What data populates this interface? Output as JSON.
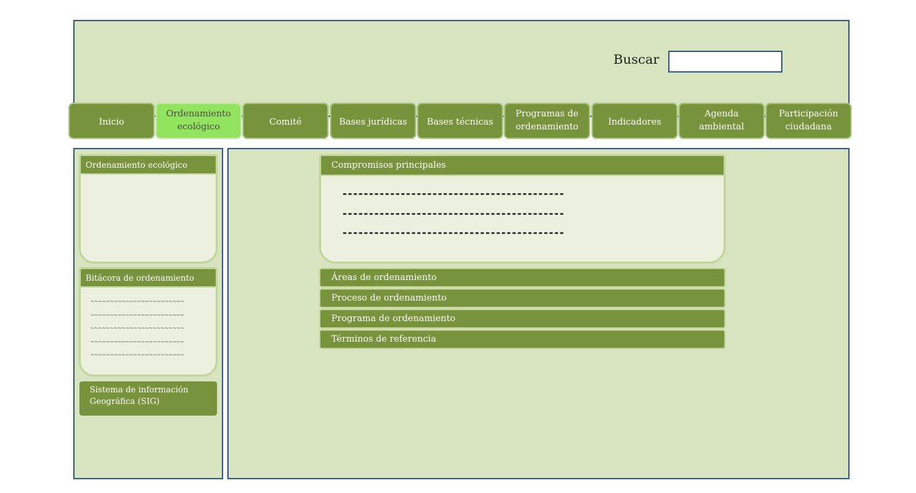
{
  "header": {
    "search_label": "Buscar",
    "search_value": ""
  },
  "nav": {
    "tabs": [
      {
        "label": "Inicio",
        "active": false
      },
      {
        "label": "Ordenamiento\necológico",
        "active": true
      },
      {
        "label": "Comité",
        "active": false
      },
      {
        "label": "Bases jurídicas",
        "active": false
      },
      {
        "label": "Bases técnicas",
        "active": false
      },
      {
        "label": "Programas de\nordenamiento",
        "active": false
      },
      {
        "label": "Indicadores",
        "active": false
      },
      {
        "label": "Agenda\nambiental",
        "active": false
      },
      {
        "label": "Participación\nciudadana",
        "active": false
      }
    ]
  },
  "sidebar": {
    "ordenamiento_title": "Ordenamiento ecológico",
    "bitacora_title": "Bitácora de ordenamiento",
    "bitacora_lines": [
      "~~~~~~~~~~~~~~~~~~~~~~~~",
      "~~~~~~~~~~~~~~~~~~~~~~~~",
      "~~~~~~~~~~~~~~~~~~~~~~~~",
      "~~~~~~~~~~~~~~~~~~~~~~~~",
      "~~~~~~~~~~~~~~~~~~~~~~~~"
    ],
    "sig_label": "Sistema de información\nGeográfica (SIG)"
  },
  "main": {
    "compromisos_title": "Compromisos principales",
    "compromisos_lines": [
      "------------------------------------------",
      "------------------------------------------",
      "------------------------------------------"
    ],
    "items": [
      "Áreas de ordenamiento",
      "Proceso de ordenamiento",
      "Programa de ordenamiento",
      "Términos de referencia"
    ]
  },
  "colors": {
    "background": "#d8e4bf",
    "frame_border": "#3a5f8a",
    "tab": "#77933c",
    "tab_active": "#92e35e",
    "panel_body": "#ebf0df",
    "panel_border": "#c2d69b"
  }
}
